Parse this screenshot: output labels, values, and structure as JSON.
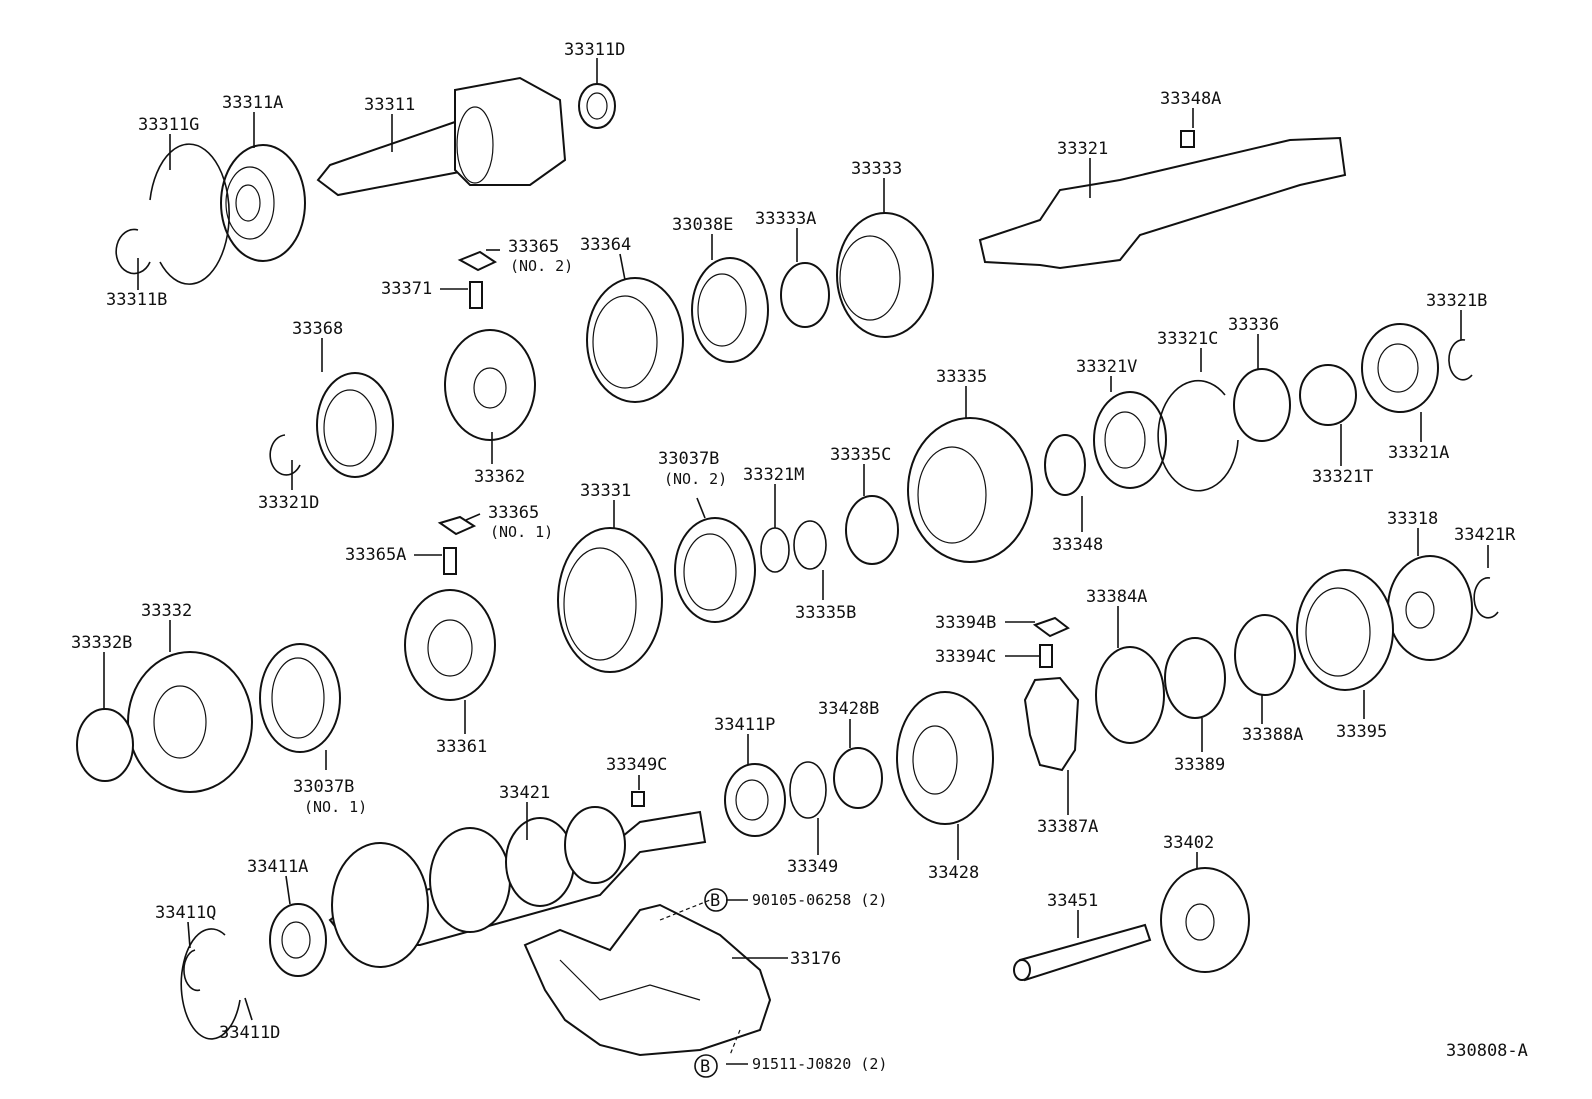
{
  "diagram": {
    "figure_code": "330808-A",
    "bolt_marker": "B",
    "labels": [
      {
        "id": "33311D",
        "text": "33311D"
      },
      {
        "id": "33311A",
        "text": "33311A"
      },
      {
        "id": "33311",
        "text": "33311"
      },
      {
        "id": "33311G",
        "text": "33311G"
      },
      {
        "id": "33311B",
        "text": "33311B"
      },
      {
        "id": "33348A",
        "text": "33348A"
      },
      {
        "id": "33321",
        "text": "33321"
      },
      {
        "id": "33333",
        "text": "33333"
      },
      {
        "id": "33038E",
        "text": "33038E"
      },
      {
        "id": "33333A",
        "text": "33333A"
      },
      {
        "id": "33365-no2",
        "text": "33365",
        "sub": "(NO. 2)"
      },
      {
        "id": "33364",
        "text": "33364"
      },
      {
        "id": "33371",
        "text": "33371"
      },
      {
        "id": "33368",
        "text": "33368"
      },
      {
        "id": "33362",
        "text": "33362"
      },
      {
        "id": "33321D",
        "text": "33321D"
      },
      {
        "id": "33335",
        "text": "33335"
      },
      {
        "id": "33321V",
        "text": "33321V"
      },
      {
        "id": "33321C",
        "text": "33321C"
      },
      {
        "id": "33336",
        "text": "33336"
      },
      {
        "id": "33321B",
        "text": "33321B"
      },
      {
        "id": "33321A",
        "text": "33321A"
      },
      {
        "id": "33321T",
        "text": "33321T"
      },
      {
        "id": "33348",
        "text": "33348"
      },
      {
        "id": "33331",
        "text": "33331"
      },
      {
        "id": "33037B-no2",
        "text": "33037B",
        "sub": "(NO. 2)"
      },
      {
        "id": "33321M",
        "text": "33321M"
      },
      {
        "id": "33335C",
        "text": "33335C"
      },
      {
        "id": "33335B",
        "text": "33335B"
      },
      {
        "id": "33365-no1",
        "text": "33365",
        "sub": "(NO. 1)"
      },
      {
        "id": "33365A",
        "text": "33365A"
      },
      {
        "id": "33318",
        "text": "33318"
      },
      {
        "id": "33421R",
        "text": "33421R"
      },
      {
        "id": "33394B",
        "text": "33394B"
      },
      {
        "id": "33394C",
        "text": "33394C"
      },
      {
        "id": "33384A",
        "text": "33384A"
      },
      {
        "id": "33332",
        "text": "33332"
      },
      {
        "id": "33332B",
        "text": "33332B"
      },
      {
        "id": "33037B-no1",
        "text": "33037B",
        "sub": "(NO. 1)"
      },
      {
        "id": "33361",
        "text": "33361"
      },
      {
        "id": "33411P",
        "text": "33411P"
      },
      {
        "id": "33428B",
        "text": "33428B"
      },
      {
        "id": "33349C",
        "text": "33349C"
      },
      {
        "id": "33389",
        "text": "33389"
      },
      {
        "id": "33388A",
        "text": "33388A"
      },
      {
        "id": "33395",
        "text": "33395"
      },
      {
        "id": "33387A",
        "text": "33387A"
      },
      {
        "id": "33421",
        "text": "33421"
      },
      {
        "id": "33349",
        "text": "33349"
      },
      {
        "id": "33428",
        "text": "33428"
      },
      {
        "id": "33402",
        "text": "33402"
      },
      {
        "id": "33411A",
        "text": "33411A"
      },
      {
        "id": "33411Q",
        "text": "33411Q"
      },
      {
        "id": "33451",
        "text": "33451"
      },
      {
        "id": "33411D",
        "text": "33411D"
      },
      {
        "id": "33176",
        "text": "33176"
      },
      {
        "id": "90105-06258",
        "text": "90105-06258 (2)"
      },
      {
        "id": "91511-J0820",
        "text": "91511-J0820 (2)"
      }
    ]
  }
}
